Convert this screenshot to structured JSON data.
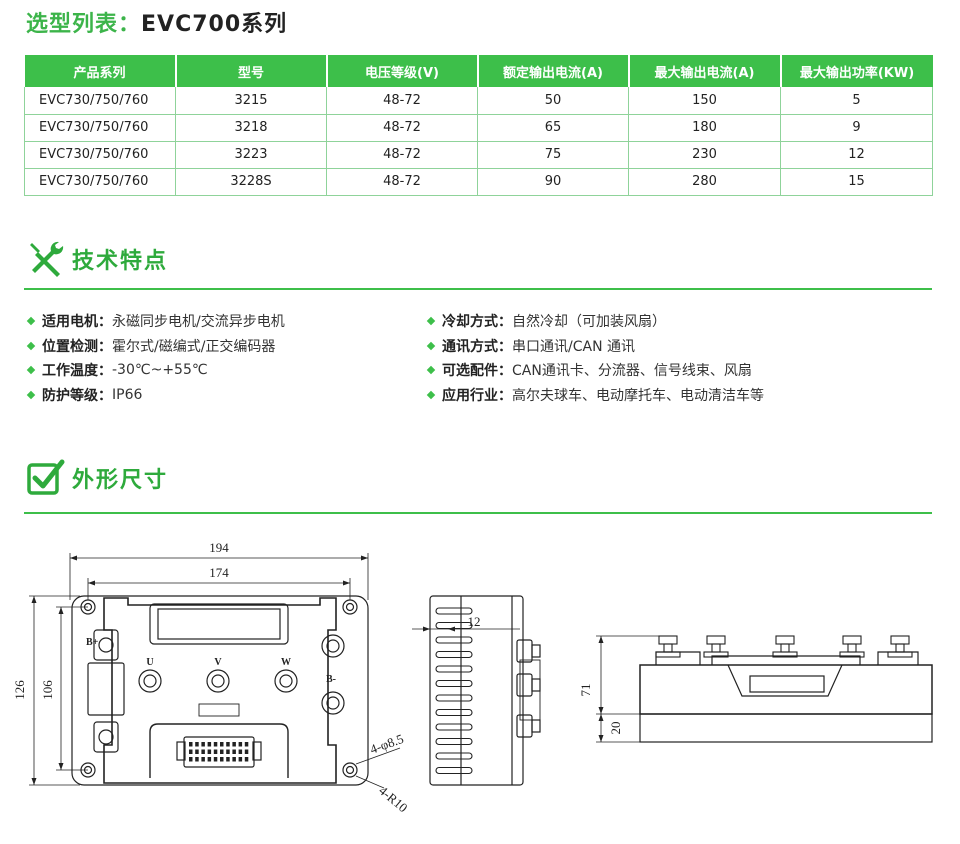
{
  "header": {
    "title_prefix": "选型列表：",
    "title_model": "EVC700系列"
  },
  "table": {
    "columns": [
      "产品系列",
      "型号",
      "电压等级(V)",
      "额定输出电流(A)",
      "最大输出电流(A)",
      "最大输出功率(KW)"
    ],
    "rows": [
      [
        "EVC730/750/760",
        "3215",
        "48-72",
        "50",
        "150",
        "5"
      ],
      [
        "EVC730/750/760",
        "3218",
        "48-72",
        "65",
        "180",
        "9"
      ],
      [
        "EVC730/750/760",
        "3223",
        "48-72",
        "75",
        "230",
        "12"
      ],
      [
        "EVC730/750/760",
        "3228S",
        "48-72",
        "90",
        "280",
        "15"
      ]
    ]
  },
  "features": {
    "heading": "技术特点",
    "left": [
      {
        "key": "适用电机",
        "value": "永磁同步电机/交流异步电机"
      },
      {
        "key": "位置检测",
        "value": "霍尔式/磁编式/正交编码器"
      },
      {
        "key": "工作温度",
        "value": "-30℃~+55℃"
      },
      {
        "key": "防护等级",
        "value": "IP66"
      }
    ],
    "right": [
      {
        "key": "冷却方式",
        "value": "自然冷却（可加装风扇）"
      },
      {
        "key": "通讯方式",
        "value": "串口通讯/CAN 通讯"
      },
      {
        "key": "可选配件",
        "value": "CAN通讯卡、分流器、信号线束、风扇"
      },
      {
        "key": "应用行业",
        "value": "高尔夫球车、电动摩托车、电动清洁车等"
      }
    ]
  },
  "dimensions": {
    "heading": "外形尺寸",
    "labels": {
      "overall_width": "194",
      "hole_spacing_width": "174",
      "overall_height": "126",
      "hole_spacing_height": "106",
      "hole_diameter": "4-φ8.5",
      "corner_radius": "4-R10",
      "flange": "12",
      "total_height": "71",
      "base_height": "20"
    },
    "terminals": {
      "b_plus": "B+",
      "b_minus": "B-",
      "u": "U",
      "v": "V",
      "w": "W"
    }
  },
  "colors": {
    "accent": "#3dbf4a",
    "accent_dark": "#2eaa3c",
    "table_border": "#8fd39a"
  },
  "icons": [
    "wrench-screwdriver-icon",
    "checkbox-icon",
    "diamond-bullet-icon"
  ]
}
